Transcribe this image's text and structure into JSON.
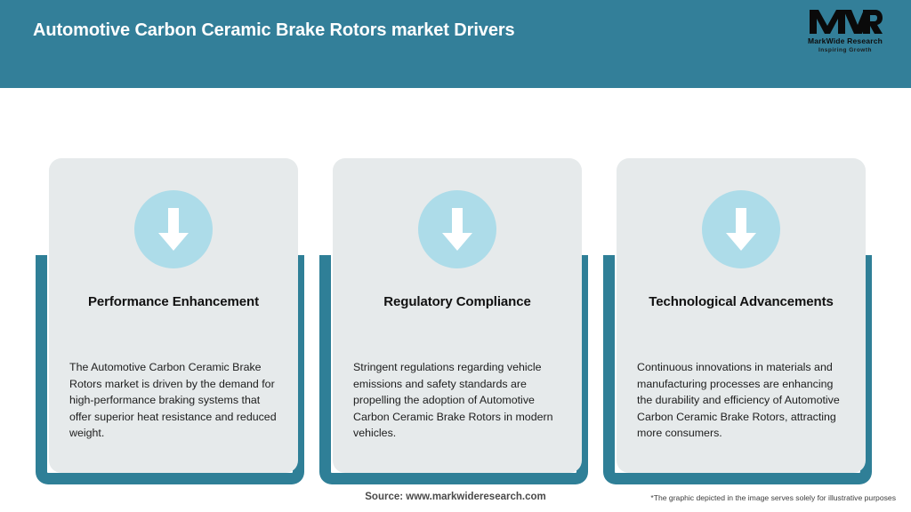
{
  "header": {
    "title": "Automotive Carbon Ceramic Brake Rotors market Drivers",
    "background_color": "#337f99",
    "title_color": "#ffffff"
  },
  "logo": {
    "mark": "mwr-monogram",
    "name": "MarkWide Research",
    "tagline": "Inspiring Growth"
  },
  "cards": [
    {
      "icon": "down-arrow-icon",
      "title": "Performance Enhancement",
      "body": "The Automotive Carbon Ceramic Brake Rotors market is driven by the demand for high-performance braking systems that offer superior heat resistance and reduced weight."
    },
    {
      "icon": "down-arrow-icon",
      "title": "Regulatory Compliance",
      "body": "Stringent regulations regarding vehicle emissions and safety standards are propelling the adoption of Automotive Carbon Ceramic Brake Rotors in modern vehicles."
    },
    {
      "icon": "down-arrow-icon",
      "title": "Technological Advancements",
      "body": "Continuous innovations in materials and manufacturing processes are enhancing the durability and efficiency of Automotive Carbon Ceramic Brake Rotors, attracting more consumers."
    }
  ],
  "footer": {
    "source": "Source: www.markwideresearch.com",
    "disclaimer": "*The graphic depicted in the image serves solely for illustrative purposes"
  },
  "theme": {
    "teal": "#2f7f97",
    "header_teal": "#337f99",
    "card_gray": "#e6eaeb",
    "icon_blue": "#addce9",
    "page_white": "#ffffff"
  }
}
